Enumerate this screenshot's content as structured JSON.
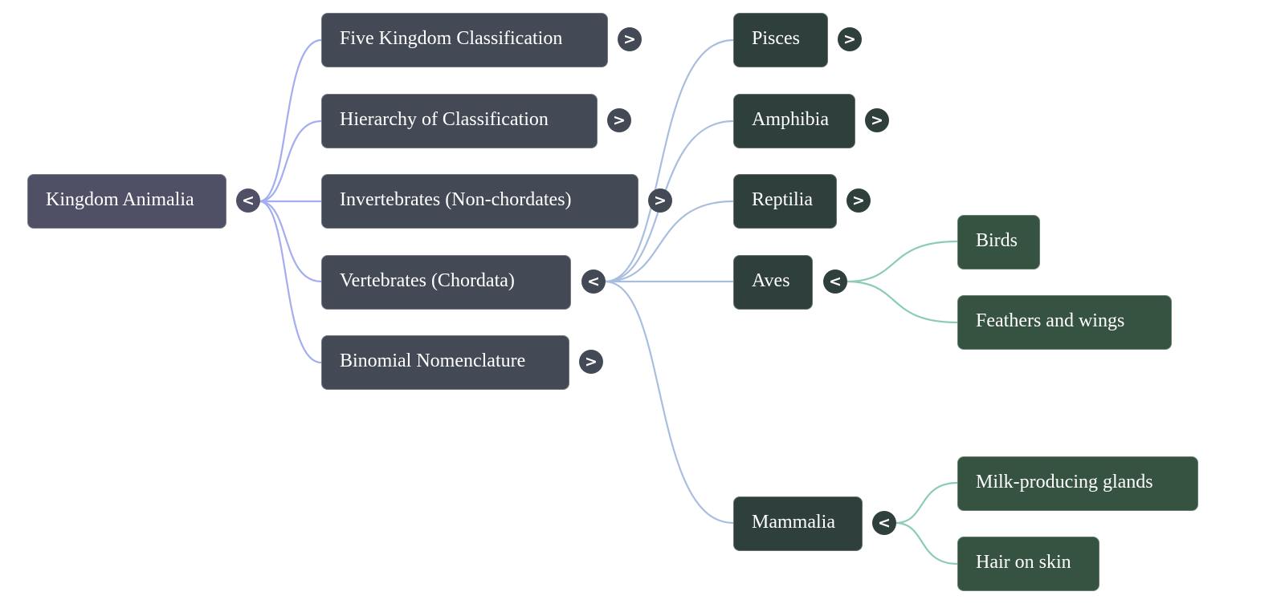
{
  "colors": {
    "root_node": "#4f5066",
    "level1_node": "#444a55",
    "level2_node": "#2f403c",
    "level3_node": "#365341",
    "root_links": "#a3adf0",
    "level1_links": "#a9bedf",
    "level2_links": "#8ccbb8"
  },
  "toggle_icons": {
    "expanded": "<",
    "collapsed": ">"
  },
  "root": {
    "label": "Kingdom Animalia",
    "state": "expanded",
    "children": [
      {
        "label": "Five Kingdom Classification",
        "state": "collapsed"
      },
      {
        "label": "Hierarchy of Classification",
        "state": "collapsed"
      },
      {
        "label": "Invertebrates (Non-chordates)",
        "state": "collapsed"
      },
      {
        "label": "Vertebrates (Chordata)",
        "state": "expanded",
        "children": [
          {
            "label": "Pisces",
            "state": "collapsed"
          },
          {
            "label": "Amphibia",
            "state": "collapsed"
          },
          {
            "label": "Reptilia",
            "state": "collapsed"
          },
          {
            "label": "Aves",
            "state": "expanded",
            "children": [
              {
                "label": "Birds"
              },
              {
                "label": "Feathers and wings"
              }
            ]
          },
          {
            "label": "Mammalia",
            "state": "expanded",
            "children": [
              {
                "label": "Milk-producing glands"
              },
              {
                "label": "Hair on skin"
              }
            ]
          }
        ]
      },
      {
        "label": "Binomial Nomenclature",
        "state": "collapsed"
      }
    ]
  }
}
